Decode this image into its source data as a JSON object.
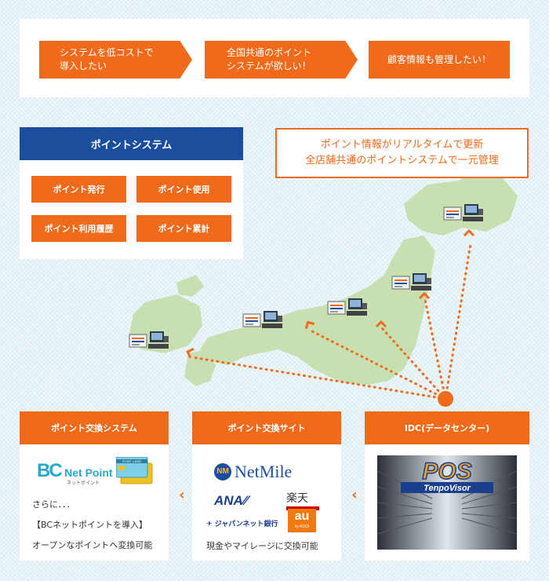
{
  "needs": [
    "システムを低コストで\n導入したい",
    "全国共通のポイント\nシステムが欲しい！",
    "顧客情報も管理したい！"
  ],
  "point_system": {
    "title": "ポイントシステム",
    "buttons": [
      "ポイント発行",
      "ポイント使用",
      "ポイント利用履歴",
      "ポイント累計"
    ]
  },
  "callout": {
    "line1": "ポイント情報がリアルタイムで更新",
    "line2": "全店舗共通のポイントシステムで一元管理"
  },
  "exchange_system": {
    "title": "ポイント交換システム",
    "bc_logo": "Net Point",
    "bc_logo_sub": "ネットポイント",
    "card_label": "POINT CARD",
    "text1": "さらに．．．",
    "text2": "【BCネットポイントを導入】",
    "text3": "オープンなポイントへ変換可能"
  },
  "exchange_site": {
    "title": "ポイント交換サイト",
    "netmile": "NetMile",
    "ana": "ANA",
    "rakuten": "楽天",
    "japannet": "ジャパンネット銀行",
    "au": "au",
    "au_sub": "by KDDI",
    "caption": "現金やマイレージに交換可能"
  },
  "idc": {
    "title": "IDC(データセンター)",
    "logo": "POS",
    "logo_sub": "TenpoVisor"
  },
  "colors": {
    "orange": "#ef6a1a",
    "blue": "#1b4f9e",
    "map_green": "#c8dfb2"
  }
}
